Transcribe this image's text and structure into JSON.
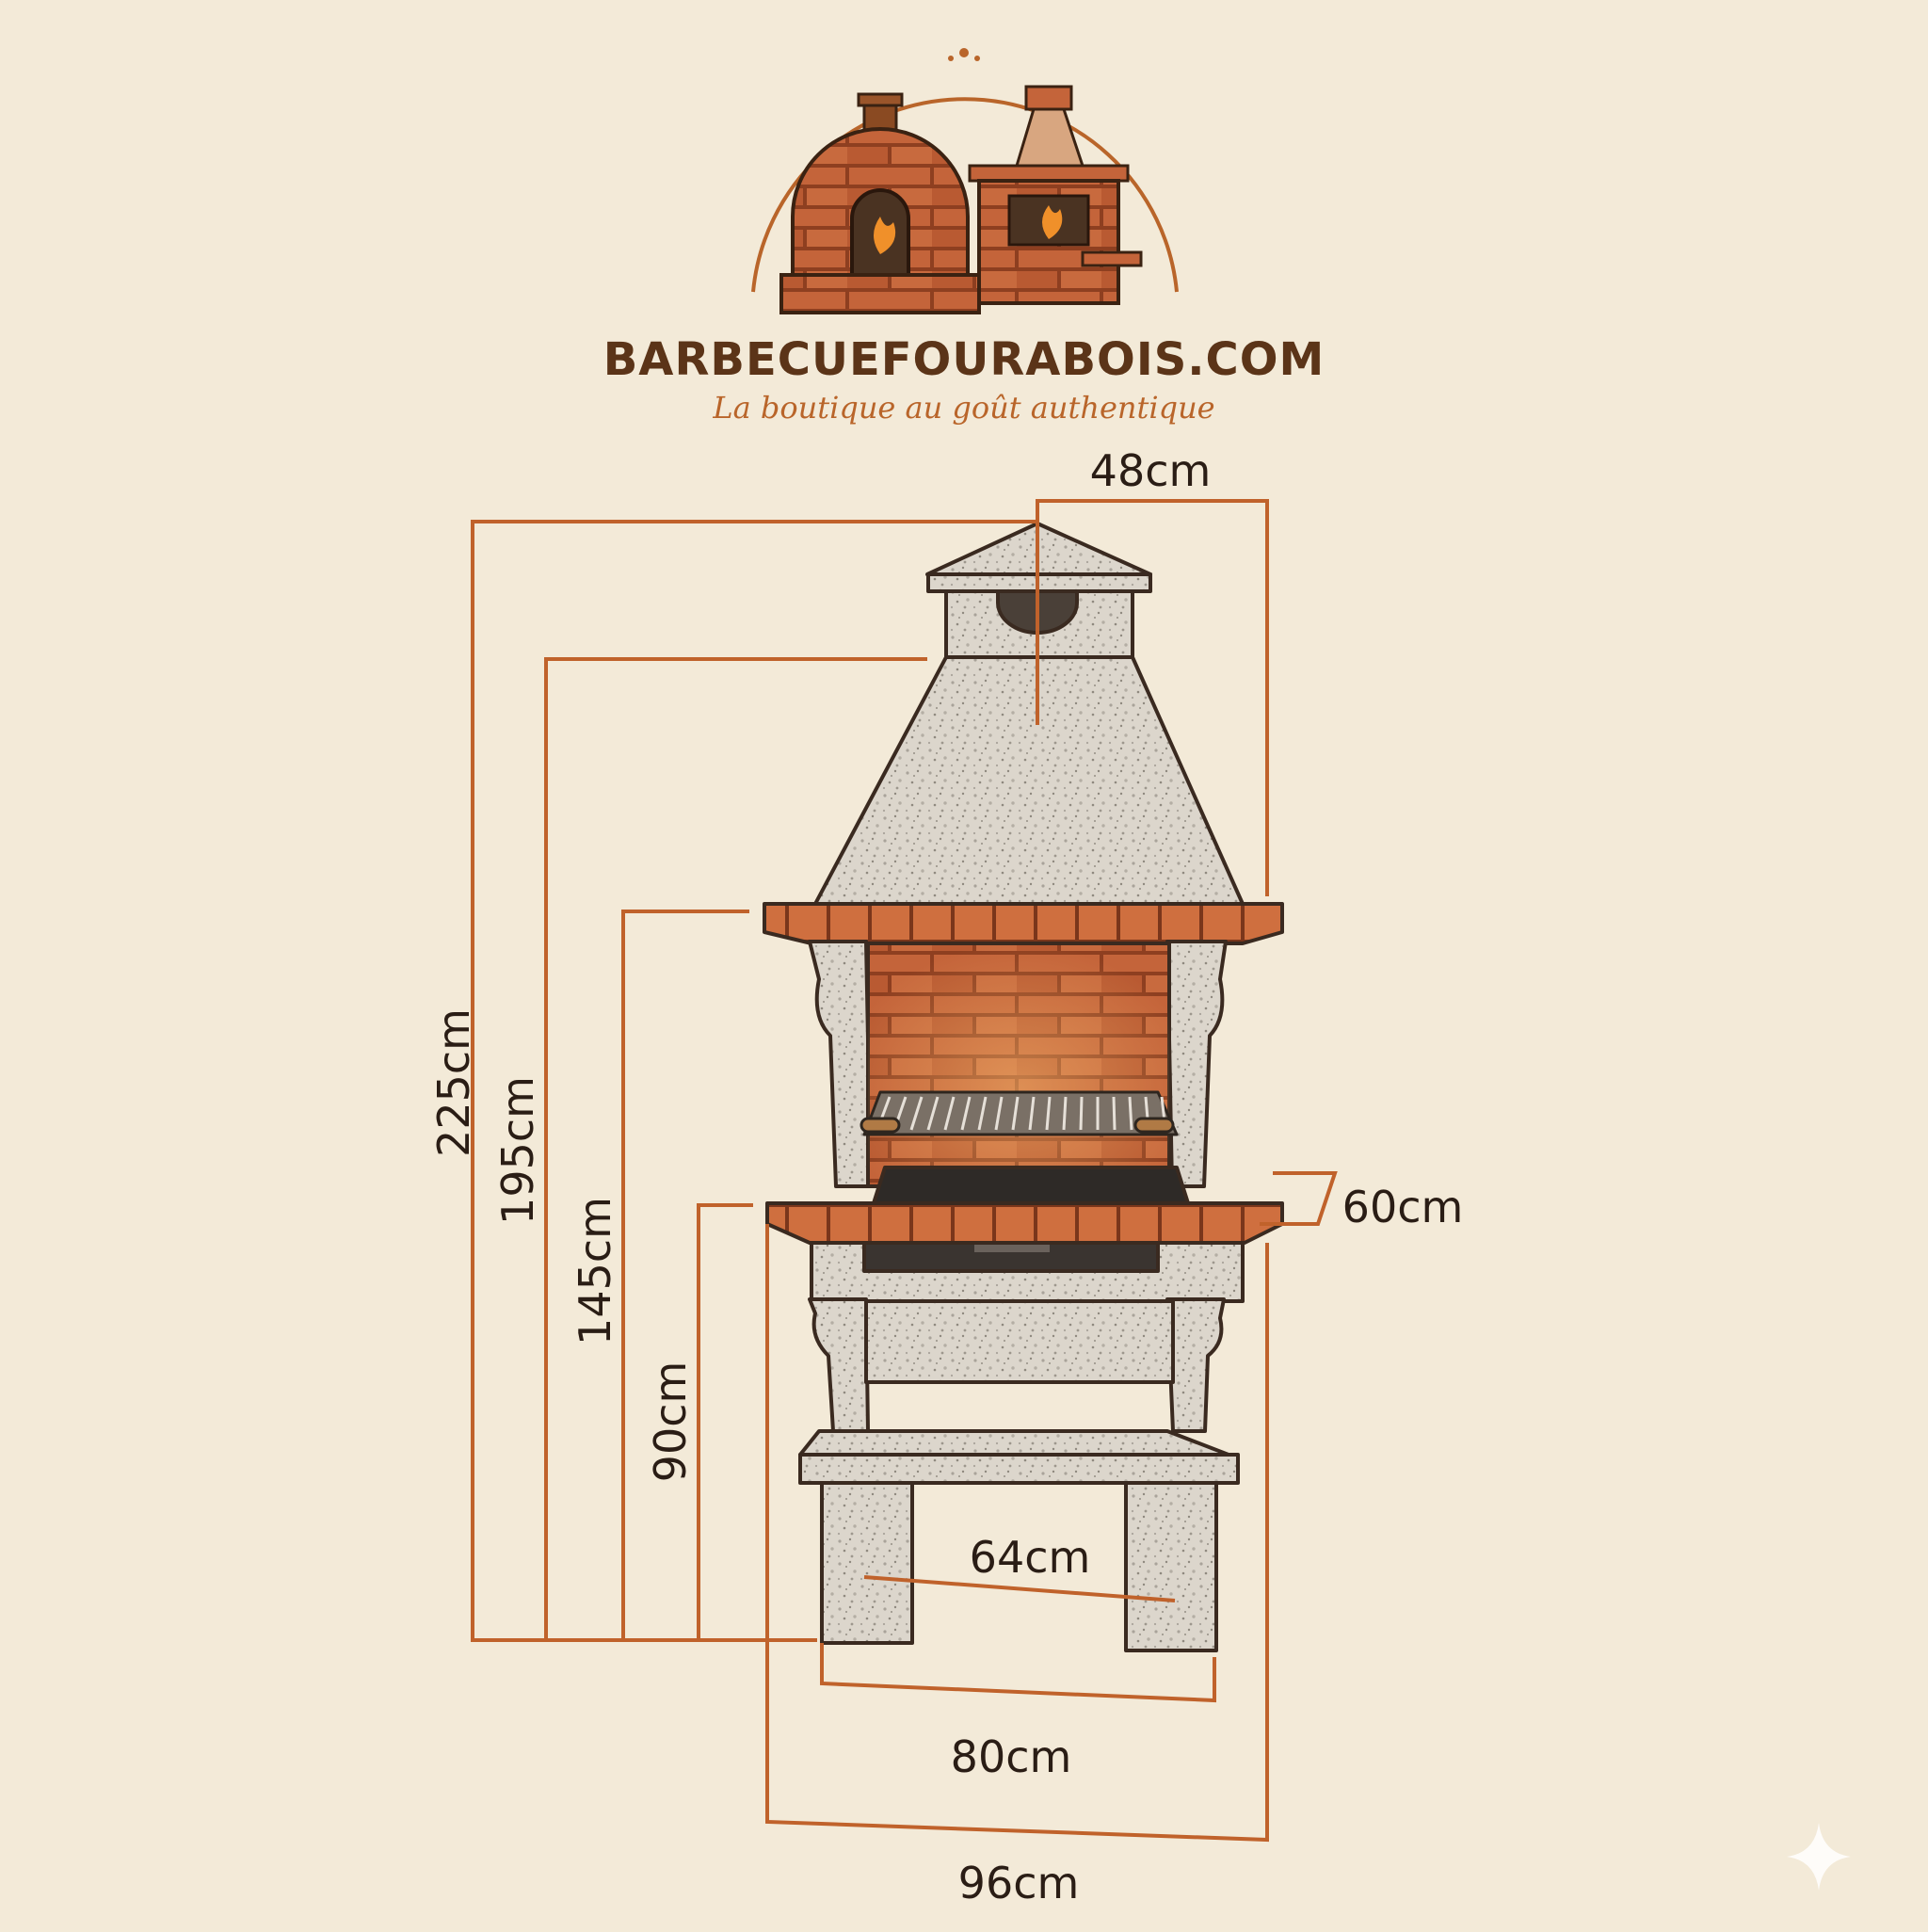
{
  "brand": {
    "name": "BARBECUEFOURABOIS.COM",
    "tagline": "La boutique au goût authentique"
  },
  "dimensions": {
    "total_height": "225cm",
    "hood_height": "195cm",
    "hood_base_height": "145cm",
    "worktop_height": "90cm",
    "chimney_width": "48cm",
    "depth": "60cm",
    "inner_width": "64cm",
    "base_width": "80cm",
    "total_width": "96cm"
  },
  "colors": {
    "background": "#f3ead8",
    "dimension_line": "#c0622b",
    "brick": "#c4643a",
    "stone": "#d9d3ca",
    "text": "#2a1d15"
  },
  "icons": {
    "watermark": "sparkle-icon"
  }
}
